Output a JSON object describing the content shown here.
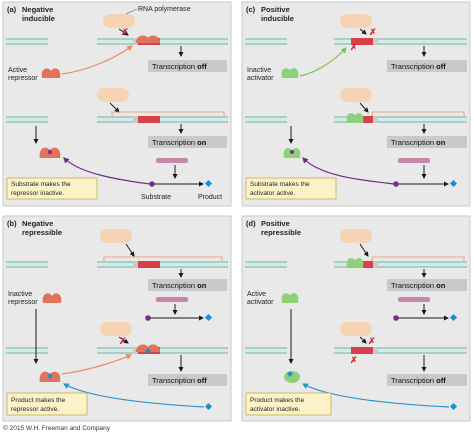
{
  "colors": {
    "panel_bg": "#e9e9ea",
    "panel_border": "#c9c9cb",
    "dna_strand": "#86bfb4",
    "dna_body": "#d6ebe6",
    "operator": "#d64049",
    "box_bg": "#c8c9cb",
    "note_bg": "#fbf3c8",
    "note_border": "#c8a84a",
    "polymerase": "#f6d4b3",
    "repressor": "#e0745a",
    "activator": "#8fd07a",
    "mrna": "#c887a9",
    "substrate": "#7a2d8c",
    "product": "#1a8fd0",
    "arrow_orange": "#ef8a5f",
    "arrow_green": "#7cc05a",
    "arrow_purple": "#6b2a87",
    "arrow_blue": "#2b93cf",
    "x_mark": "#d42c34"
  },
  "icons": [
    "polymerase-icon",
    "repressor-icon",
    "activator-icon",
    "block-x-icon",
    "substrate-icon",
    "product-icon",
    "mrna-icon"
  ],
  "rna_polymerase_label": "RNA polymerase",
  "panels": {
    "a": {
      "letter": "(a)",
      "title_line1": "Negative",
      "title_line2": "inducible",
      "protein_line1": "Active",
      "protein_line2": "repressor",
      "status_top_prefix": "Transcription",
      "status_top_word": "off",
      "status_bottom_prefix": "Transcription",
      "status_bottom_word": "on",
      "note_line1": "Substrate makes the",
      "note_line2": "repressor inactive.",
      "substrate_label": "Substrate",
      "product_label": "Product"
    },
    "b": {
      "letter": "(b)",
      "title_line1": "Negative",
      "title_line2": "repressible",
      "protein_line1": "Inactive",
      "protein_line2": "repressor",
      "status_top_prefix": "Transcription",
      "status_top_word": "on",
      "status_bottom_prefix": "Transcription",
      "status_bottom_word": "off",
      "note_line1": "Product makes the",
      "note_line2": "repressor active."
    },
    "c": {
      "letter": "(c)",
      "title_line1": "Positive",
      "title_line2": "inducible",
      "protein_line1": "Inactive",
      "protein_line2": "activator",
      "status_top_prefix": "Transcription",
      "status_top_word": "off",
      "status_bottom_prefix": "Transcription",
      "status_bottom_word": "on",
      "note_line1": "Substrate makes the",
      "note_line2": "activator active."
    },
    "d": {
      "letter": "(d)",
      "title_line1": "Positive",
      "title_line2": "repressible",
      "protein_line1": "Active",
      "protein_line2": "activator",
      "status_top_prefix": "Transcription",
      "status_top_word": "on",
      "status_bottom_prefix": "Transcription",
      "status_bottom_word": "off",
      "note_line1": "Product makes the",
      "note_line2": "activator inactive."
    }
  },
  "copyright": "© 2015 W.H. Freeman and Company"
}
